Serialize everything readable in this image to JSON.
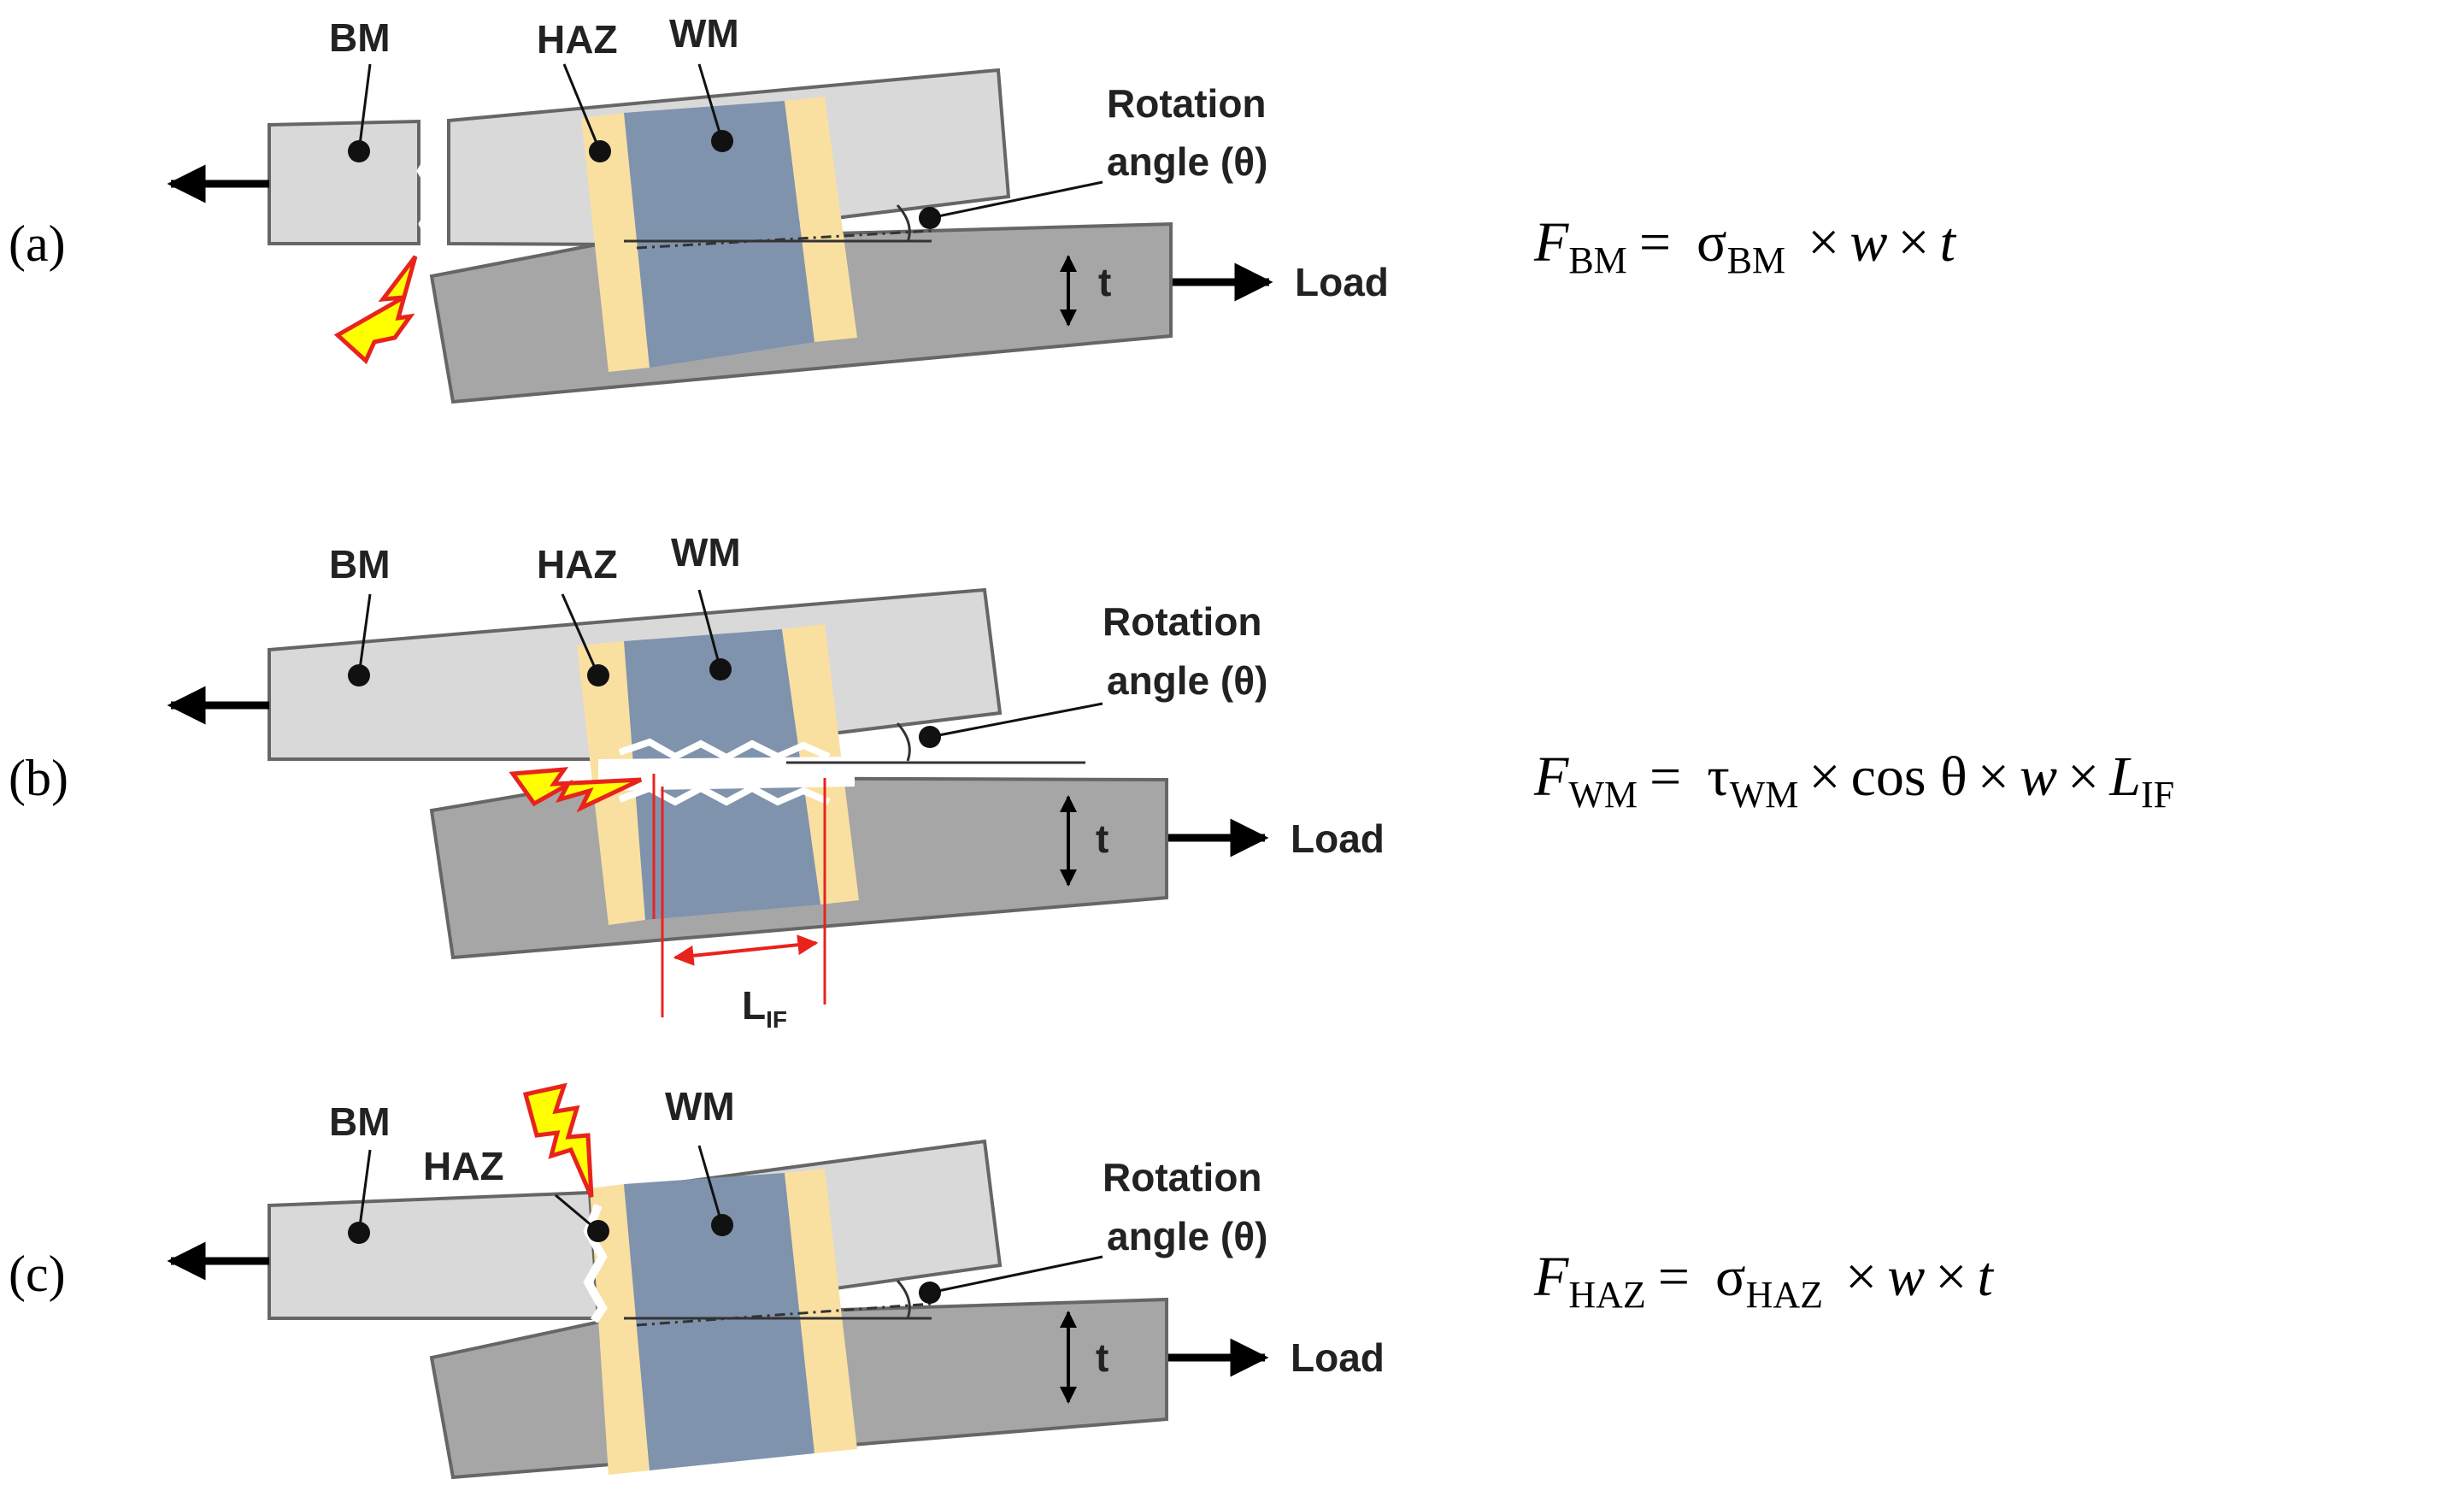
{
  "panels": [
    {
      "id": "a",
      "panel_label": "(a)",
      "labels": {
        "bm": "BM",
        "haz": "HAZ",
        "wm": "WM",
        "rotation_line1": "Rotation",
        "rotation_line2": "angle (θ)",
        "thickness": "t",
        "load": "Load"
      },
      "fracture_location": "BM",
      "equation": {
        "lhs": "F",
        "lhs_sub": "BM",
        "eq": "=",
        "term1": "σ",
        "term1_sub": "BM",
        "rest": [
          "×",
          "w",
          "×",
          "t"
        ]
      }
    },
    {
      "id": "b",
      "panel_label": "(b)",
      "labels": {
        "bm": "BM",
        "haz": "HAZ",
        "wm": "WM",
        "rotation_line1": "Rotation",
        "rotation_line2": "angle (θ)",
        "thickness": "t",
        "load": "Load",
        "dimension": "L",
        "dimension_sub": "IF"
      },
      "fracture_location": "WM",
      "equation": {
        "lhs": "F",
        "lhs_sub": "WM",
        "eq": "=",
        "term1": "τ",
        "term1_sub": "WM",
        "rest": [
          "×",
          "cos θ",
          "×",
          "w",
          "×",
          "L"
        ],
        "last_sub": "IF"
      }
    },
    {
      "id": "c",
      "panel_label": "(c)",
      "labels": {
        "bm": "BM",
        "haz": "HAZ",
        "wm": "WM",
        "rotation_line1": "Rotation",
        "rotation_line2": "angle (θ)",
        "thickness": "t",
        "load": "Load"
      },
      "fracture_location": "HAZ",
      "equation": {
        "lhs": "F",
        "lhs_sub": "HAZ",
        "eq": "=",
        "term1": "σ",
        "term1_sub": "HAZ",
        "rest": [
          "×",
          "w",
          "×",
          "t"
        ]
      }
    }
  ],
  "colors": {
    "bm_upper": "#d9d9d9",
    "bm_lower": "#a6a6a6",
    "haz": "#f9e0a1",
    "wm": "#7f93ad",
    "outline": "#666666",
    "fracture_fill": "#ffff00",
    "fracture_stroke": "#e8231c",
    "dimension": "#e8231c"
  }
}
